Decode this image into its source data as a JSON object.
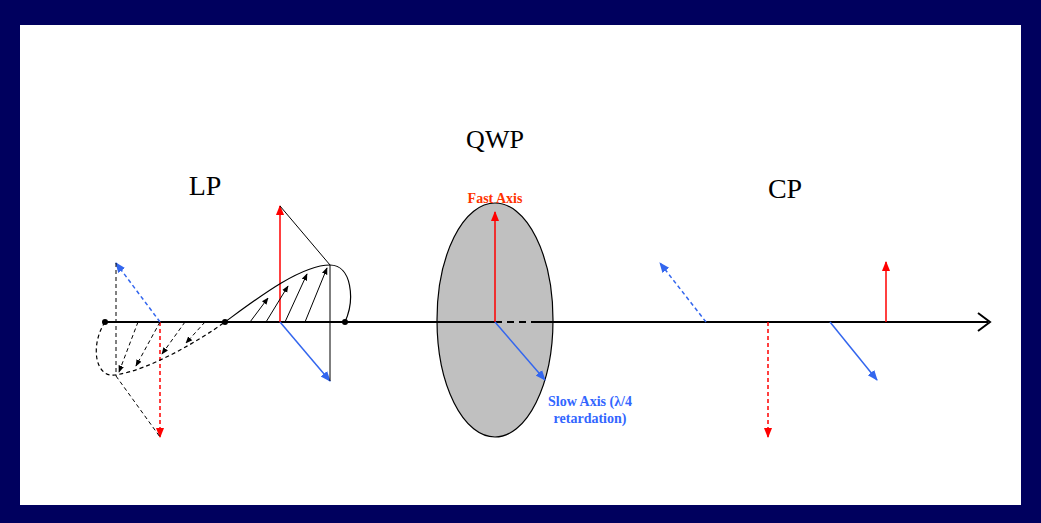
{
  "diagram": {
    "labels": [
      "QWP",
      "LP",
      "Fast Axis",
      "CP",
      "Slow Axis (λ/4 retardation)"
    ]
  }
}
